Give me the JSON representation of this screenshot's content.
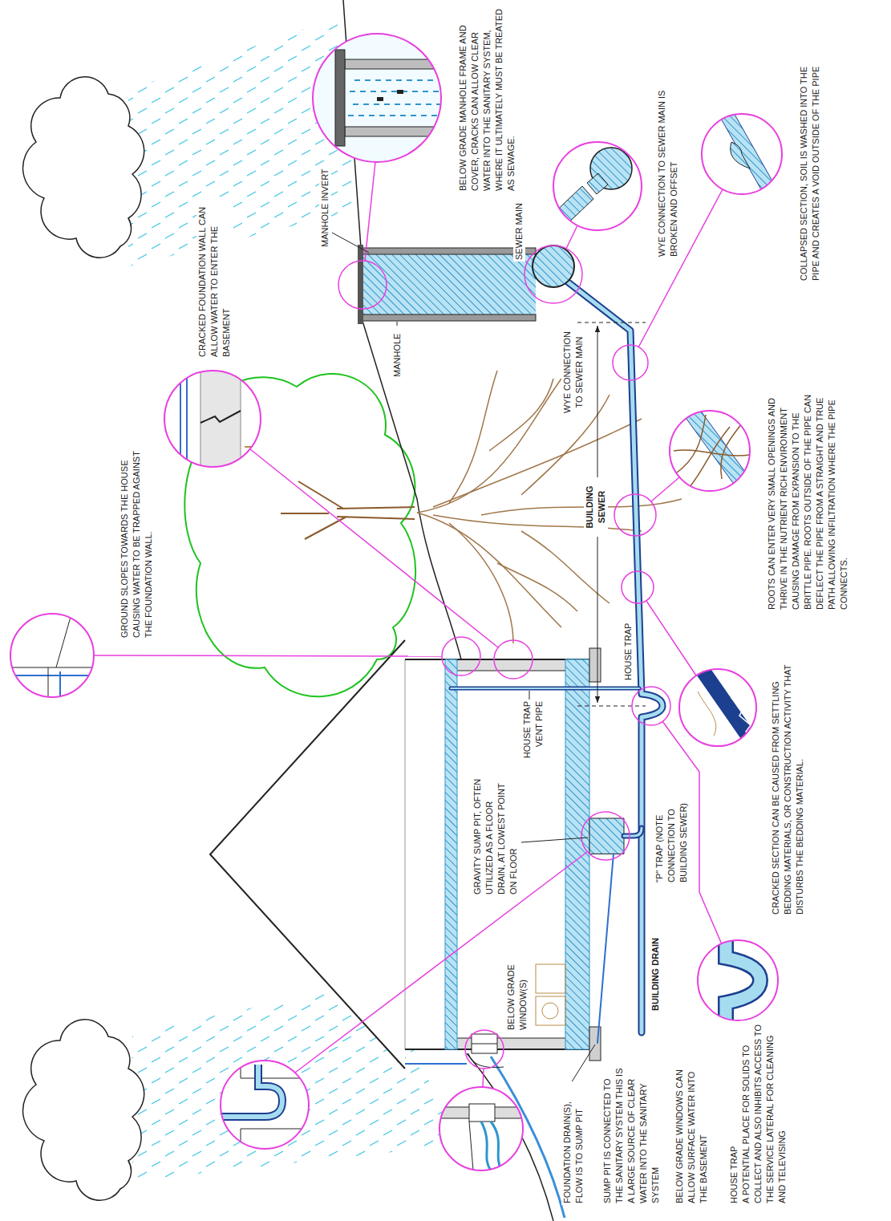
{
  "diagram": {
    "labels": [
      "BELOW GRADE MANHOLE FRAME AND COVER, CRACKS CAN ALLOW CLEAR WATER INTO THE SANITARY SYSTEM, WHERE IT ULTIMATELY MUST BE TREATED AS SEWAGE.",
      "WYE CONNECTION TO SEWER MAIN IS BROKEN AND OFFSET",
      "MANHOLE INVERT",
      "MANHOLE",
      "SEWER MAIN",
      "WYE CONNECTION TO SEWER MAIN",
      "COLLAPSED SECTION, SOIL IS WASHED INTO THE PIPE AND CREATES A VOID OUTSIDE OF THE PIPE",
      "CRACKED FOUNDATION WALL CAN ALLOW WATER TO ENTER THE BASEMENT",
      "BUILDING SEWER",
      "GROUND SLOPES TOWARDS THE HOUSE CAUSING WATER TO BE TRAPPED AGAINST THE FOUNDATION WALL.",
      "HOUSE TRAP",
      "HOUSE TRAP VENT PIPE",
      "GRAVITY SUMP PIT, OFTEN UTILIZED AS A FLOOR DRAIN, AT LOWEST POINT ON FLOOR",
      "ROOTS CAN ENTER VERY SMALL OPENINGS AND THRIVE IN THE NUTRIENT RICH ENVIRONMENT CAUSING DAMAGE FROM EXPANSION TO THE BRITTLE PIPE. ROOTS OUTSIDE OF THE PIPE CAN DEFLECT THE PIPE FROM A STRAIGHT AND TRUE PATH ALLOWING INFILTRATION WHERE THE PIPE CONNECTS.",
      "\"P\" TRAP (NOTE CONNECTION TO BUILDING SEWER)",
      "BELOW GRADE WINDOW(S)",
      "CRACKED SECTION CAN BE CAUSED FROM SETTLING BEDDING MATERIALS, OR CONSTRUCTION ACTIVITY THAT DISTURBS THE BEDDING MATERIAL.",
      "FOUNDATION DRAIN(S), FLOW IS TO SUMP PIT",
      "BUILDING DRAIN",
      "SUMP PIT IS CONNECTED TO THE SANITARY SYSTEM THIS IS A LARGE SOURCE OF CLEAR WATER INTO THE SANITARY SYSTEM",
      "BELOW GRADE WINDOWS CAN ALLOW SURFACE WATER INTO THE BASEMENT",
      "HOUSE TRAP",
      "A POTENTIAL PLACE FOR SOLIDS TO COLLECT AND ALSO INHIBITS ACCESS TO THE SERVICE LATERAL FOR CLEANING AND TELEVISING"
    ]
  }
}
